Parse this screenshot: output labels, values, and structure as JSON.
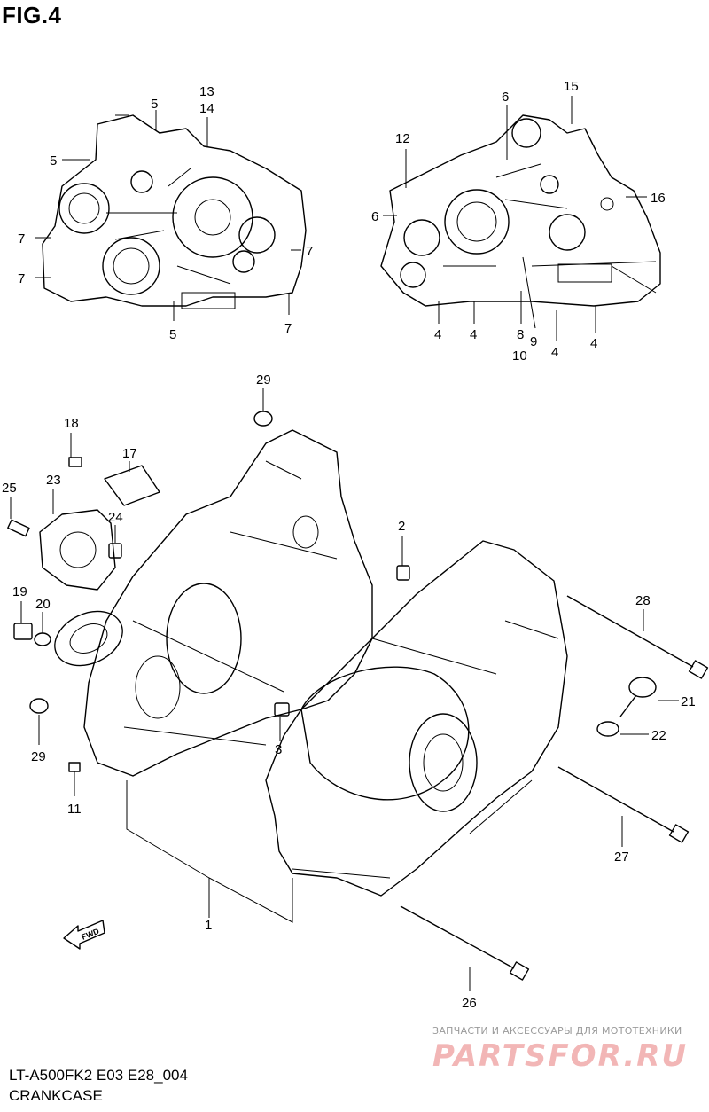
{
  "figure": {
    "title": "FIG.4",
    "model_code": "LT-A500FK2 E03 E28_004",
    "caption": "CRANKCASE"
  },
  "callouts": [
    {
      "id": "c1",
      "text": "1"
    },
    {
      "id": "c2",
      "text": "2"
    },
    {
      "id": "c3",
      "text": "3"
    },
    {
      "id": "c4a",
      "text": "4"
    },
    {
      "id": "c4b",
      "text": "4"
    },
    {
      "id": "c4c",
      "text": "4"
    },
    {
      "id": "c4d",
      "text": "4"
    },
    {
      "id": "c5a",
      "text": "5"
    },
    {
      "id": "c5b",
      "text": "5"
    },
    {
      "id": "c5c",
      "text": "5"
    },
    {
      "id": "c6a",
      "text": "6"
    },
    {
      "id": "c6b",
      "text": "6"
    },
    {
      "id": "c7a",
      "text": "7"
    },
    {
      "id": "c7b",
      "text": "7"
    },
    {
      "id": "c7c",
      "text": "7"
    },
    {
      "id": "c7d",
      "text": "7"
    },
    {
      "id": "c8",
      "text": "8"
    },
    {
      "id": "c9",
      "text": "9"
    },
    {
      "id": "c10",
      "text": "10"
    },
    {
      "id": "c11",
      "text": "11"
    },
    {
      "id": "c12",
      "text": "12"
    },
    {
      "id": "c13",
      "text": "13"
    },
    {
      "id": "c14",
      "text": "14"
    },
    {
      "id": "c15",
      "text": "15"
    },
    {
      "id": "c16",
      "text": "16"
    },
    {
      "id": "c17",
      "text": "17"
    },
    {
      "id": "c18",
      "text": "18"
    },
    {
      "id": "c19",
      "text": "19"
    },
    {
      "id": "c20",
      "text": "20"
    },
    {
      "id": "c21",
      "text": "21"
    },
    {
      "id": "c22",
      "text": "22"
    },
    {
      "id": "c23",
      "text": "23"
    },
    {
      "id": "c24",
      "text": "24"
    },
    {
      "id": "c25",
      "text": "25"
    },
    {
      "id": "c26",
      "text": "26"
    },
    {
      "id": "c27",
      "text": "27"
    },
    {
      "id": "c28",
      "text": "28"
    },
    {
      "id": "c29a",
      "text": "29"
    },
    {
      "id": "c29b",
      "text": "29"
    }
  ],
  "fwd_label": "FWD",
  "watermark": {
    "tagline": "ЗАПЧАСТИ И АКСЕССУАРЫ ДЛЯ МОТОТЕХНИКИ",
    "logo": "PARTSFOR.RU",
    "logo_color": "#f2b6b6"
  }
}
